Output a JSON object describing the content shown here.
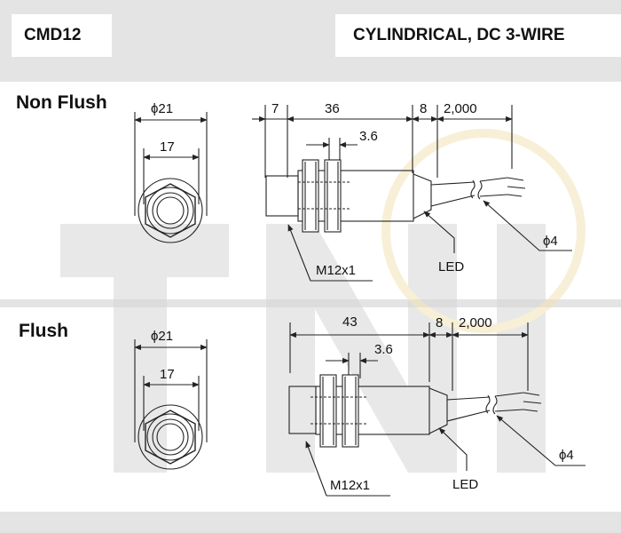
{
  "header": {
    "model": "CMD12",
    "type": "CYLINDRICAL, DC 3-WIRE"
  },
  "watermark": {
    "text": "TNI"
  },
  "nonflush": {
    "title": "Non Flush",
    "front": {
      "outer_dia": "ϕ21",
      "hex": "17"
    },
    "side": {
      "dim_a": "7",
      "dim_b": "36",
      "dim_c": "8",
      "dim_d": "2,000",
      "dim_e": "3.6",
      "thread": "M12x1",
      "led": "LED",
      "cable": "ϕ4"
    }
  },
  "flush": {
    "title": "Flush",
    "front": {
      "outer_dia": "ϕ21",
      "hex": "17"
    },
    "side": {
      "dim_b": "43",
      "dim_c": "8",
      "dim_d": "2,000",
      "dim_e": "3.6",
      "thread": "M12x1",
      "led": "LED",
      "cable": "ϕ4"
    }
  },
  "colors": {
    "panel": "#ffffff",
    "background": "#e4e4e4",
    "line": "#222222",
    "watermark": "#d8d8d8",
    "watermark_accent": "#f3e2b8"
  }
}
